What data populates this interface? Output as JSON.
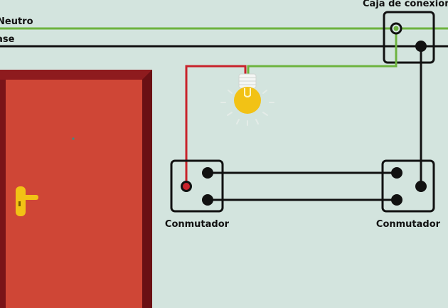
{
  "wires": {
    "neutral_label": "Neutro",
    "phase_label": "Fase"
  },
  "junction_box": {
    "label": "Caja de conexiones"
  },
  "switches": [
    {
      "label": "Conmutador"
    },
    {
      "label": "Conmutador"
    }
  ],
  "colors": {
    "background": "#d3e4de",
    "neutral_wire": "#6db33f",
    "phase_wire": "#111111",
    "lamp_wire": "#c8232b",
    "door_frame": "#7a1418",
    "door_panel": "#cf4636",
    "handle": "#f2c215",
    "bulb": "#f2c215"
  },
  "icons": {
    "lamp": "light-bulb-icon",
    "door": "door-icon"
  }
}
